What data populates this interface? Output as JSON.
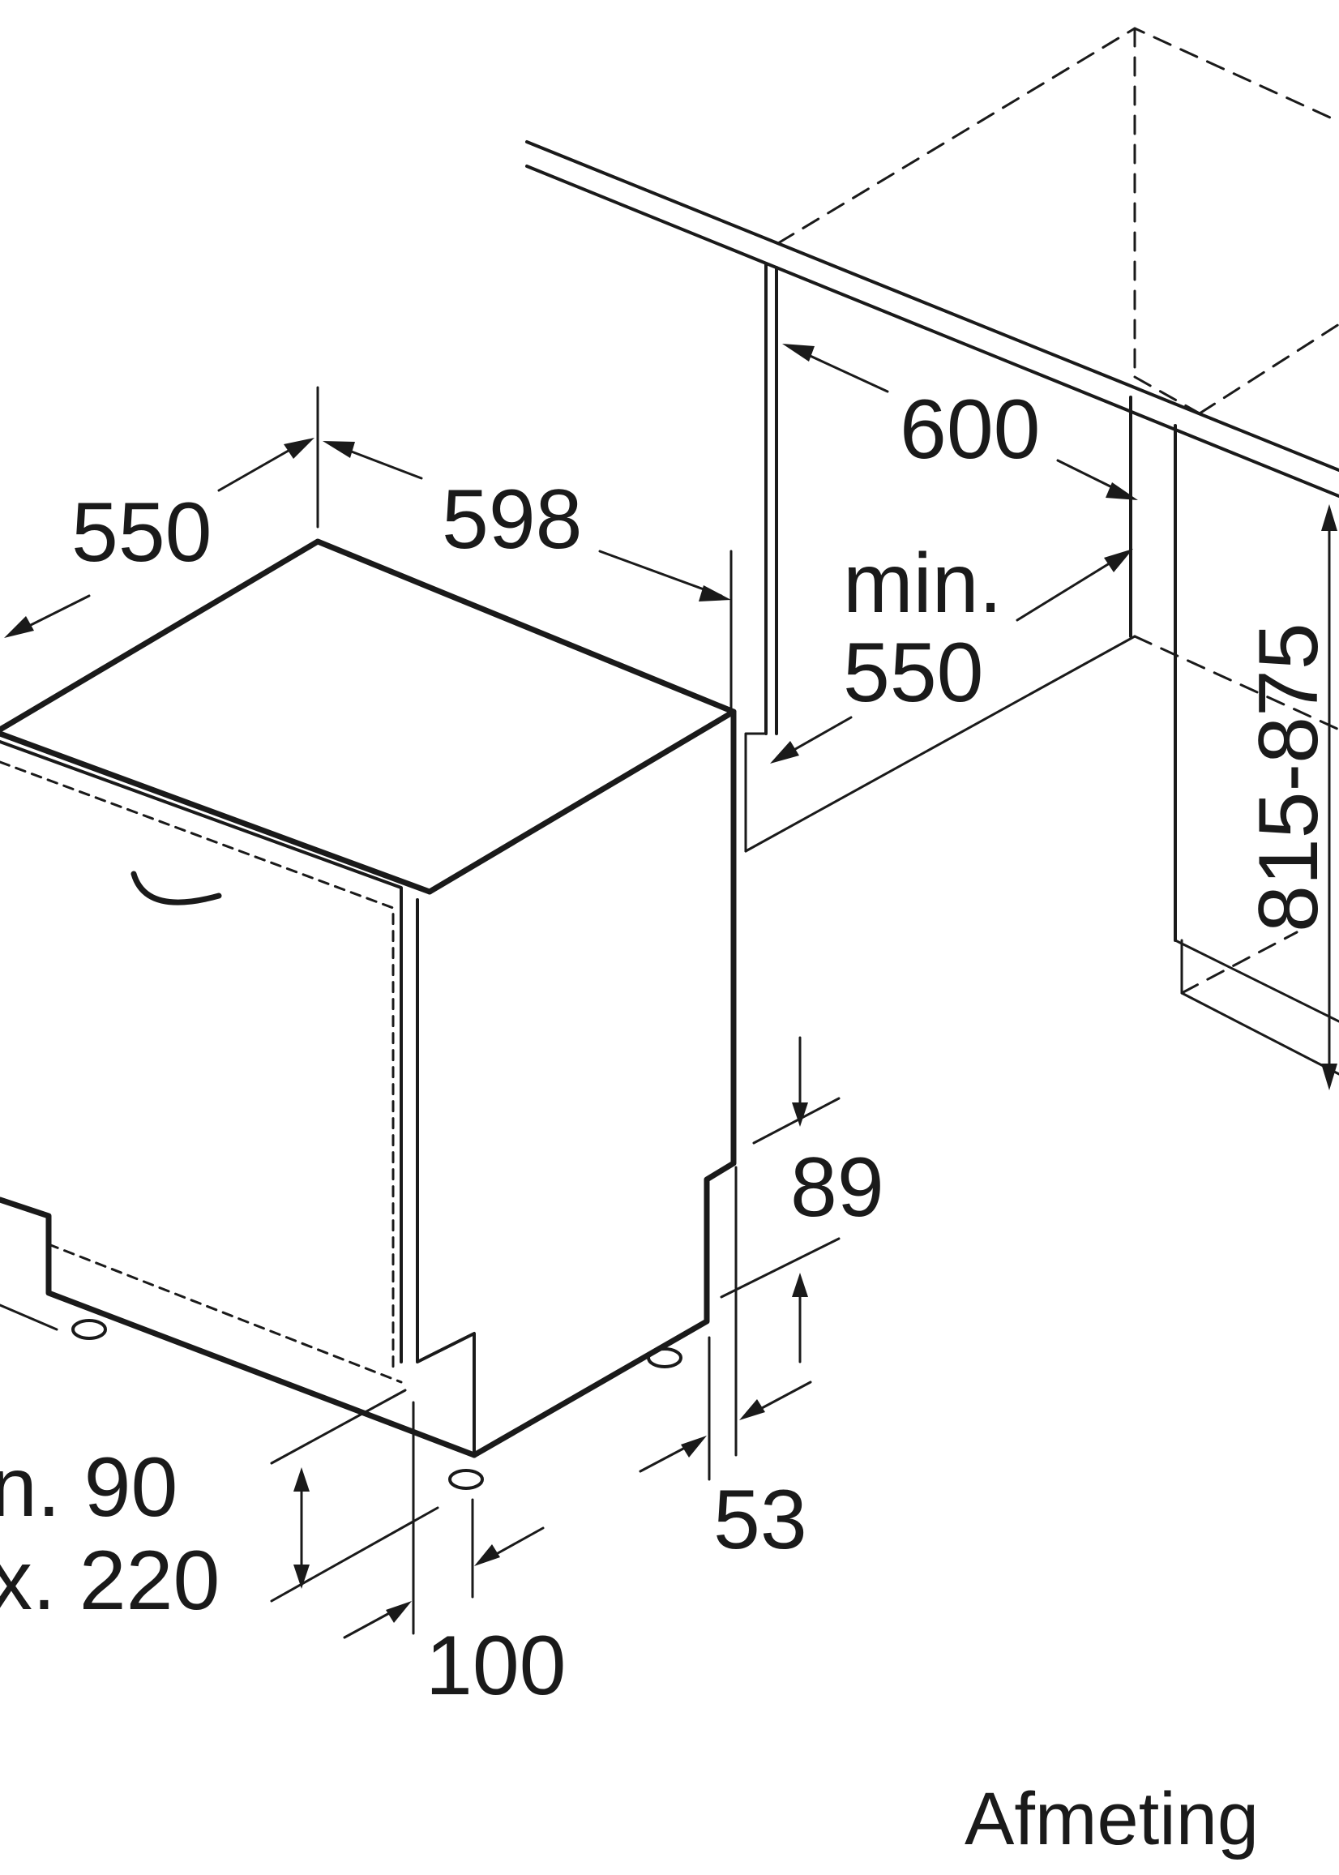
{
  "dimensions": {
    "depth_appliance": "550",
    "width_appliance": "598",
    "niche_depth": "600",
    "niche_min_label": "min.",
    "niche_min_value": "550",
    "niche_height": "815-875",
    "plinth_offset": "89",
    "plinth_side": "53",
    "foot_line1": "n. 90",
    "foot_line2": "x. 220",
    "foot_depth": "100"
  },
  "caption": "Afmeting",
  "colors": {
    "line": "#1a1a1a",
    "background": "#ffffff"
  }
}
